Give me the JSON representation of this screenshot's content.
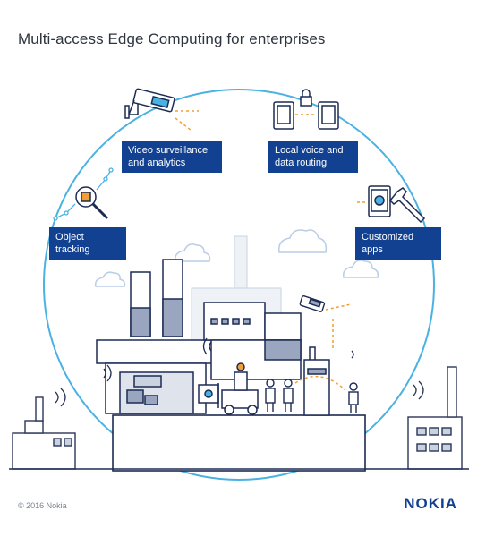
{
  "header": {
    "title": "Multi-access Edge Computing for enterprises"
  },
  "labels": {
    "video": "Video surveillance\nand analytics",
    "voice": "Local voice and\ndata routing",
    "tracking": "Object tracking",
    "apps": "Customized apps"
  },
  "footer": {
    "copyright": "© 2016 Nokia",
    "brand": "NOKIA"
  },
  "colors": {
    "brand": "#124191",
    "accent": "#f29f33",
    "circle": "#4ab2e2",
    "line": "#1d2b54"
  }
}
